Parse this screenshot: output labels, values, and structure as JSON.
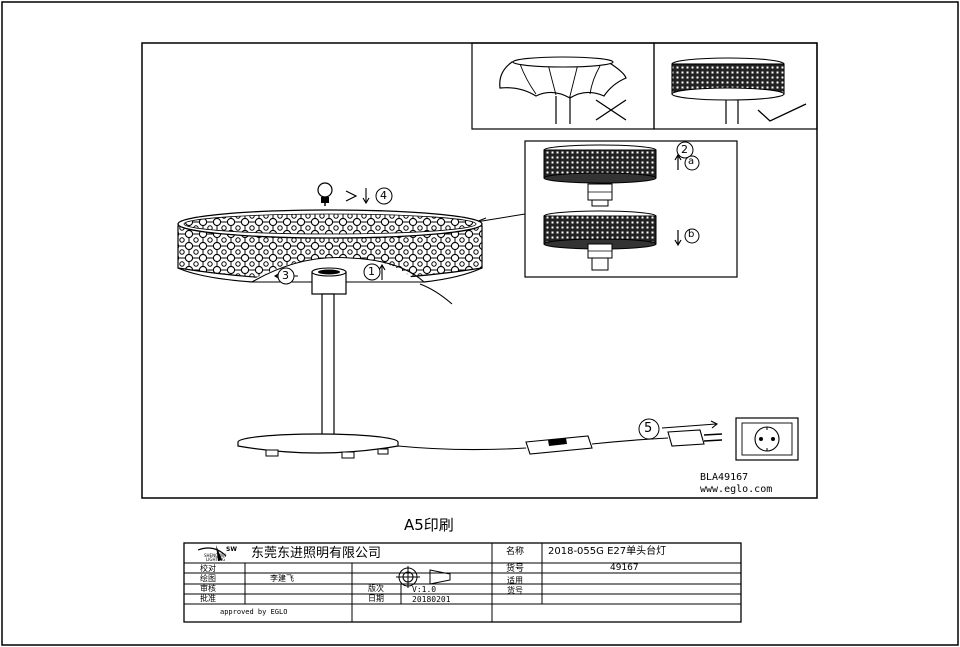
{
  "drawing": {
    "model_code": "BLA49167",
    "website": "www.eglo.com",
    "print_format": "A5印刷",
    "steps": {
      "step1": "1",
      "step2": "2",
      "step3": "3",
      "step4": "4",
      "step5": "5",
      "sub_a": "a",
      "sub_b": "b"
    }
  },
  "title_block": {
    "logo_brand": "SW",
    "logo_sub_1": "SHENGWEI",
    "logo_sub_2": "LIGHTING",
    "company": "东莞东进照明有限公司",
    "name_label": "名称",
    "name_value": "2018-055G E27单头台灯",
    "check_label": "校对",
    "item_no_label": "货号",
    "item_no_value": "49167",
    "draw_label": "绘图",
    "draw_value": "李建飞",
    "review_label": "审核",
    "applicable_label_1": "适用",
    "applicable_label_2": "货号",
    "approve_label": "批准",
    "version_label": "版次",
    "version_value": "V:1.0",
    "date_label": "日期",
    "date_value": "20180201",
    "approved_by": "approved by EGLO"
  }
}
